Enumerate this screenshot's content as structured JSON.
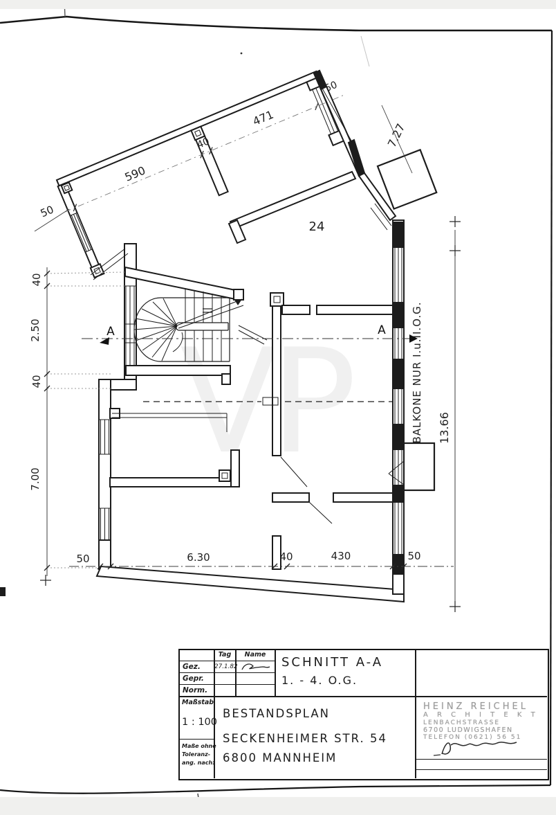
{
  "sheet": {
    "ink": "#1c1c1c",
    "dim_color": "#3c3c3c",
    "scan_band_color": "#f0f0ee"
  },
  "watermark": {
    "text": "VP"
  },
  "plan": {
    "dimensions": {
      "top_chain": [
        "590",
        "40",
        "471",
        "50"
      ],
      "upper_right": "7.27",
      "left_wall_thickness": "50",
      "left_chain": [
        "40",
        "2.50",
        "40",
        "7.00"
      ],
      "bottom_chain": [
        "50",
        "6.30",
        "40",
        "430",
        "50"
      ],
      "right_chain": "13.66",
      "room_label": "24"
    },
    "balcony_note": "BALKONE NUR I.u.II.O.G.",
    "section_marker": "A"
  },
  "title_block": {
    "headers": {
      "tag": "Tag",
      "name": "Name"
    },
    "rows": [
      {
        "label": "Gez.",
        "tag": "27.1.82"
      },
      {
        "label": "Gepr.",
        "tag": ""
      },
      {
        "label": "Norm.",
        "tag": ""
      }
    ],
    "drawing_title_line1": "SCHNITT A-A",
    "drawing_title_line2": "1. - 4. O.G.",
    "scale_label": "Maßstab",
    "scale_value": "1 : 100",
    "tolerance_line1": "Maße ohne",
    "tolerance_line2": "Toleranz-",
    "tolerance_line3": "ang. nach:",
    "project_line1": "BESTANDSPLAN",
    "project_line2": "SECKENHEIMER STR. 54",
    "project_line3": "6800 MANNHEIM",
    "stamp": {
      "line1": "HEINZ REICHEL",
      "line2": "A R C H I T E K T",
      "line3": "LENBACHSTRASSE",
      "line4": "6700 LUDWIGSHAFEN",
      "line5": "TELEFON (0621) 56 51"
    }
  }
}
